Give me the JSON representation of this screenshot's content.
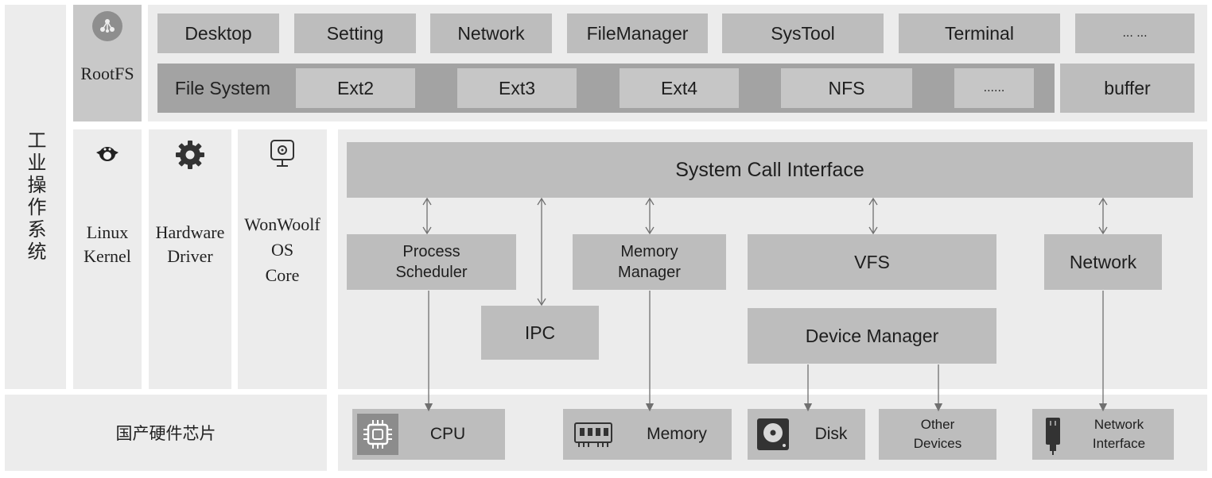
{
  "left_title": "工业操作系统",
  "rootfs": {
    "label": "RootFS"
  },
  "apps": [
    "Desktop",
    "Setting",
    "Network",
    "FileManager",
    "SysTool",
    "Terminal",
    "... ..."
  ],
  "fs": {
    "label": "File System",
    "items": [
      "Ext2",
      "Ext3",
      "Ext4",
      "NFS",
      "......"
    ],
    "buffer": "buffer"
  },
  "kernel_cols": [
    {
      "line1": "Linux",
      "line2": "Kernel",
      "icon": "tux-icon"
    },
    {
      "line1": "Hardware",
      "line2": "Driver",
      "icon": "gear-icon"
    },
    {
      "line1": "WonWoolf",
      "line2": "OS",
      "line3": "Core",
      "icon": "monitor-icon"
    }
  ],
  "sci": "System Call Interface",
  "modules": {
    "process_l1": "Process",
    "process_l2": "Scheduler",
    "memory_l1": "Memory",
    "memory_l2": "Manager",
    "vfs": "VFS",
    "network": "Network",
    "ipc": "IPC",
    "device": "Device Manager"
  },
  "hardware": {
    "label": "国产硬件芯片",
    "cpu": "CPU",
    "memory": "Memory",
    "disk": "Disk",
    "other_l1": "Other",
    "other_l2": "Devices",
    "net_l1": "Network",
    "net_l2": "Interface"
  },
  "colors": {
    "panel": "#ececec",
    "box": "#bdbdbd",
    "dark_box": "#9e9e9e",
    "arrow": "#707070"
  }
}
